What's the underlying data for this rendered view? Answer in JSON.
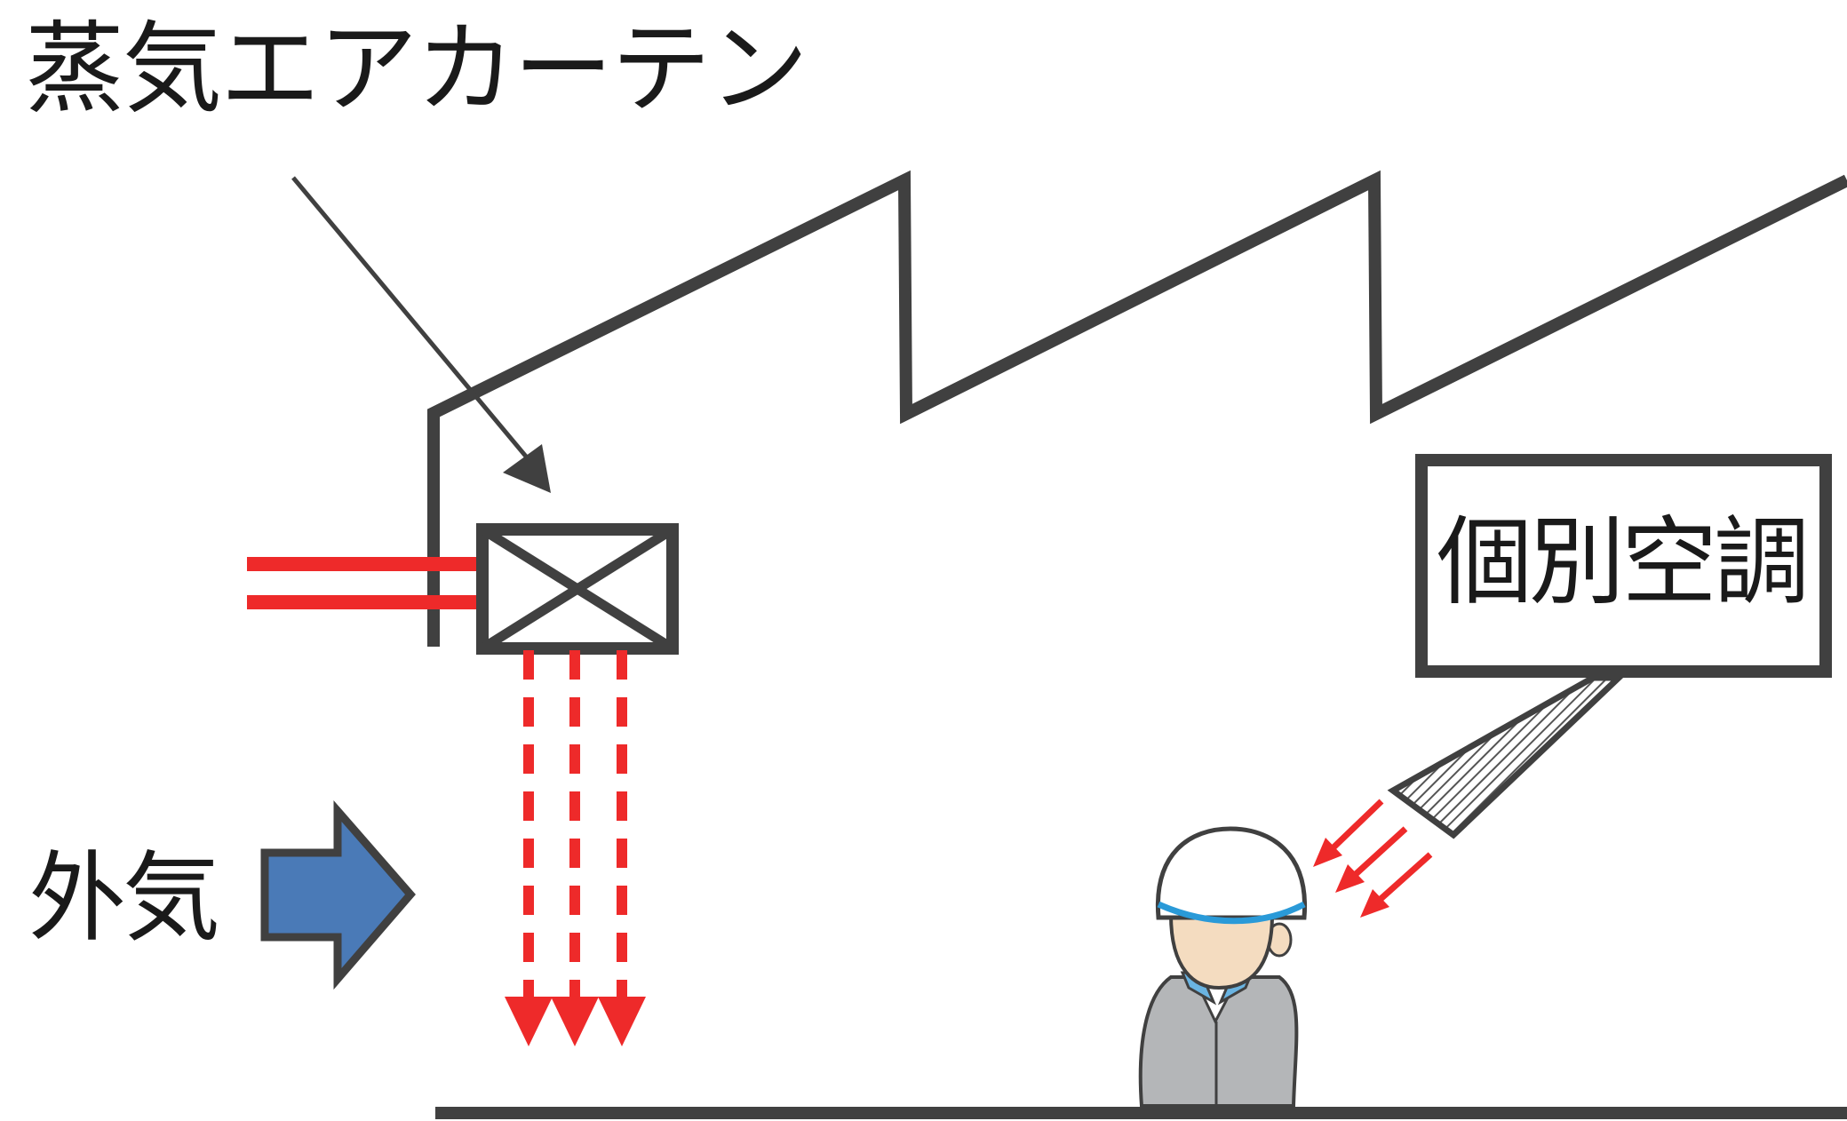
{
  "labels": {
    "steam_air_curtain": "蒸気エアカーテン",
    "outside_air": "外気",
    "individual_ac": "個別空調"
  },
  "colors": {
    "structure": "#404040",
    "flow_red": "#ee2a2a",
    "outside_arrow_fill": "#4a7ab7",
    "helmet_stripe": "#2a9ad8",
    "uniform_gray": "#b4b6b8",
    "skin": "#f4dcc0"
  },
  "icons": {
    "factory": "factory-outline-icon",
    "air_curtain_unit": "steam-air-curtain-unit-icon",
    "outside_air_arrow": "block-arrow-right-icon",
    "air_conditioner": "spot-cooler-duct-icon",
    "worker": "worker-with-helmet-icon"
  }
}
